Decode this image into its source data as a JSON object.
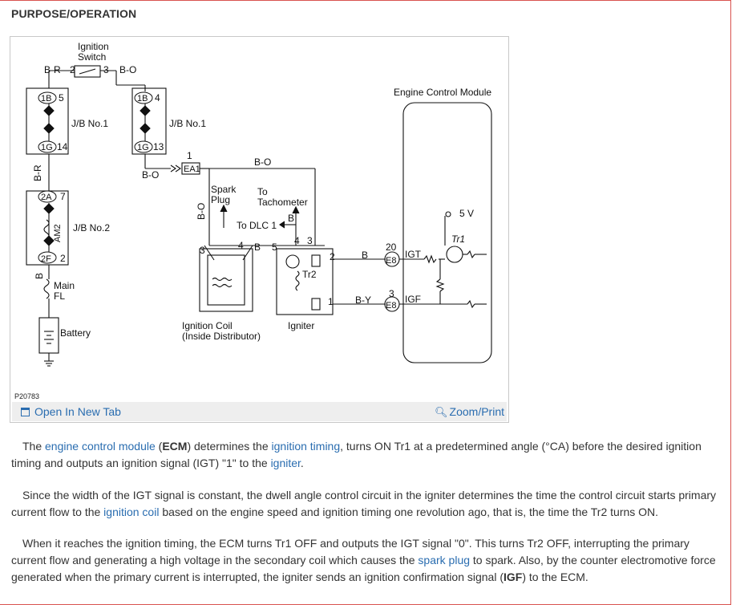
{
  "section": {
    "heading": "PURPOSE/OPERATION"
  },
  "figure": {
    "code": "P20783",
    "open_in_new_tab": "Open In New Tab",
    "zoom_print": "Zoom/Print",
    "labels": {
      "ignition_switch_1": "Ignition",
      "ignition_switch_2": "Switch",
      "br_top": "B-R",
      "pin2": "2",
      "pin3": "3",
      "bo_top": "B-O",
      "c1b_a": "1B",
      "pin5": "5",
      "c1b_b": "1B",
      "pin4a": "4",
      "jb1_a": "J/B No.1",
      "jb1_b": "J/B No.1",
      "c1g_a": "1G",
      "pin14": "14",
      "c1g_b": "1G",
      "pin13": "13",
      "pin1a": "1",
      "ea1": "EA1",
      "bo_left": "B-O",
      "bo_mid": "B-O",
      "br_vert": "B-R",
      "c2a": "2A",
      "pin7": "7",
      "am2": "AM2",
      "jb2": "J/B No.2",
      "c2f": "2F",
      "pin2b": "2",
      "b_left": "B",
      "main_fl_1": "Main",
      "main_fl_2": "FL",
      "battery": "Battery",
      "bo_vert": "B-O",
      "spark_plug_1": "Spark",
      "spark_plug_2": "Plug",
      "to_tach_1": "To",
      "to_tach_2": "Tachometer",
      "b_tach": "B",
      "to_dlc": "To DLC 1",
      "pin3a": "3",
      "pin4b": "4",
      "b_mid": "B",
      "pin5b": "5",
      "pin4c": "4",
      "pin3b": "3",
      "tr2": "Tr2",
      "pin2c": "2",
      "b_igt": "B",
      "pin20": "20",
      "e8_a": "E8",
      "igt": "IGT",
      "pin1b": "1",
      "by": "B-Y",
      "pin3c": "3",
      "e8_b": "E8",
      "igf": "IGF",
      "ecm_title": "Engine Control Module",
      "v5": "5 V",
      "tr1": "Tr1",
      "coil_1": "Ignition Coil",
      "coil_2": "(Inside Distributor)",
      "igniter": "Igniter"
    }
  },
  "paragraphs": {
    "p1": {
      "t1": "The ",
      "l1": "engine control module",
      "t2": " (",
      "b1": "ECM",
      "t3": ") determines the ",
      "l2": "ignition timing",
      "t4": ", turns ON Tr1 at a predetermined angle (°CA) before the desired ignition timing and outputs an ignition signal (IGT) \"1\" to the ",
      "l3": "igniter",
      "t5": "."
    },
    "p2": {
      "t1": "Since the width of the IGT signal is constant, the dwell angle control circuit in the igniter determines the time the control circuit starts primary current flow to the ",
      "l1": "ignition coil",
      "t2": " based on the engine speed and ignition timing one revolution ago, that is, the time the Tr2 turns ON."
    },
    "p3": {
      "t1": "When it reaches the ignition timing, the ECM turns Tr1 OFF and outputs the IGT signal \"0\". This turns Tr2 OFF, interrupting the primary current flow and generating a high voltage in the secondary coil which causes the ",
      "l1": "spark plug",
      "t2": " to spark. Also, by the counter electromotive force generated when the primary current is interrupted, the igniter sends an ignition confirmation signal (",
      "b1": "IGF",
      "t3": ") to the ECM."
    }
  },
  "colors": {
    "link": "#2a6db0",
    "frame_border": "#d9534f",
    "toolbar": "#eeeeee"
  }
}
